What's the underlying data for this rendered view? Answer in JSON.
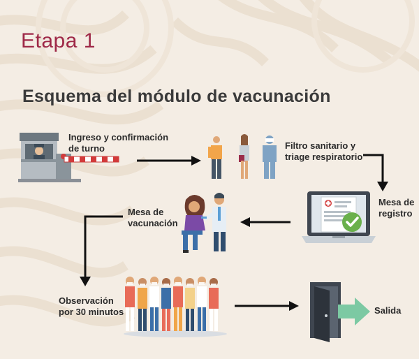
{
  "header": {
    "stage": "Etapa 1",
    "subtitle": "Esquema del módulo de vacunación"
  },
  "steps": [
    {
      "id": "ingreso",
      "label": "Ingreso y confirmación\nde turno",
      "icon": "checkpoint-booth-icon"
    },
    {
      "id": "filtro",
      "label": "Filtro sanitario y\ntriage respiratorio",
      "icon": "health-staff-icon"
    },
    {
      "id": "registro",
      "label": "Mesa de\nregistro",
      "icon": "laptop-registration-icon"
    },
    {
      "id": "vacunacion",
      "label": "Mesa de\nvacunación",
      "icon": "vaccination-icon"
    },
    {
      "id": "observacion",
      "label": "Observación\npor 30 minutos",
      "icon": "crowd-icon"
    },
    {
      "id": "salida",
      "label": "Salida",
      "icon": "exit-door-icon"
    }
  ],
  "colors": {
    "title": "#9e2847",
    "text": "#2b2b2b",
    "background": "#f4ede4",
    "arrow": "#111111",
    "accent_green": "#7cc9a3"
  }
}
